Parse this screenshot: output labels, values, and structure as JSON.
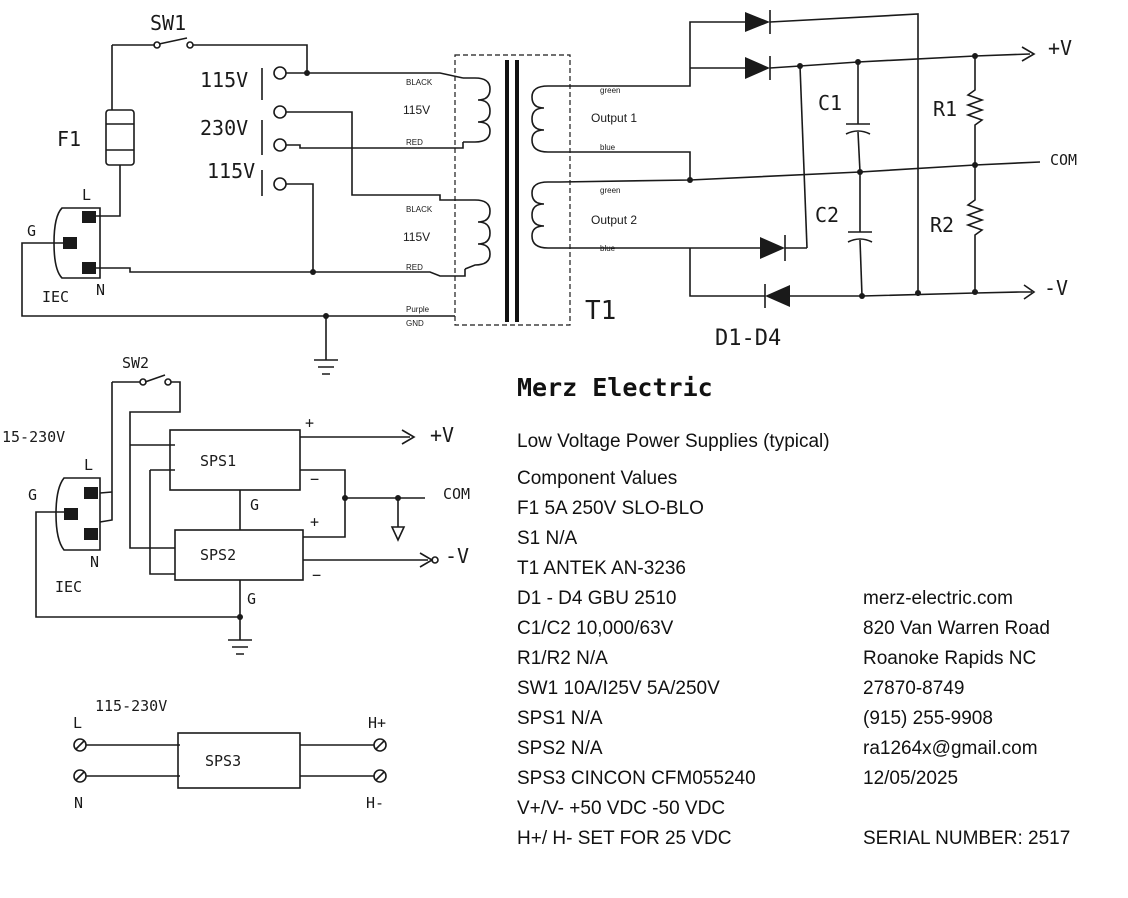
{
  "schematic": {
    "sw1": "SW1",
    "f1": "F1",
    "iec_l": "L",
    "iec_g": "G",
    "iec_n": "N",
    "iec": "IEC",
    "tap1": "115V",
    "tap2": "230V",
    "tap3": "115V",
    "w_black1": "BLACK",
    "w_115v1": "115V",
    "w_red1": "RED",
    "w_black2": "BLACK",
    "w_115v2": "115V",
    "w_red2": "RED",
    "w_purple": "Purple",
    "w_gnd": "GND",
    "s_green1": "green",
    "s_output1": "Output 1",
    "s_blue1": "blue",
    "s_green2": "green",
    "s_output2": "Output 2",
    "s_blue2": "blue",
    "t1": "T1",
    "d1d4": "D1-D4",
    "c1": "C1",
    "c2": "C2",
    "r1": "R1",
    "r2": "R2",
    "plus_v": "+V",
    "com": "COM",
    "minus_v": "-V"
  },
  "sps_circuit": {
    "sw2": "SW2",
    "range": "15-230V",
    "l": "L",
    "g": "G",
    "n": "N",
    "iec": "IEC",
    "sps1": "SPS1",
    "sps2": "SPS2",
    "plus1": "+",
    "minus1": "−",
    "plus2": "+",
    "minus2": "−",
    "g1": "G",
    "g2": "G",
    "plus_v": "+V",
    "com": "COM",
    "minus_v": "-V"
  },
  "sps3_circuit": {
    "range": "115-230V",
    "l": "L",
    "n": "N",
    "sps3": "SPS3",
    "h_plus": "H+",
    "h_minus": "H-"
  },
  "heading": "Merz Electric",
  "subtitle": "Low Voltage Power Supplies (typical)",
  "component_values": [
    "Component Values",
    "F1   5A 250V SLO-BLO",
    "S1   N/A",
    "T1   ANTEK AN-3236",
    "D1 - D4   GBU 2510",
    "C1/C2   10,000/63V",
    "R1/R2   N/A",
    "SW1   10A/I25V 5A/250V",
    "SPS1   N/A",
    "SPS2   N/A",
    "SPS3   CINCON CFM055240",
    "V+/V-  +50 VDC -50 VDC",
    "H+/ H-  SET FOR 25 VDC"
  ],
  "contact": [
    "merz-electric.com",
    "820 Van Warren Road",
    "Roanoke Rapids NC",
    "27870-8749",
    "(915) 255-9908",
    "ra1264x@gmail.com",
    "12/05/2025"
  ],
  "serial": "SERIAL NUMBER: 2517"
}
